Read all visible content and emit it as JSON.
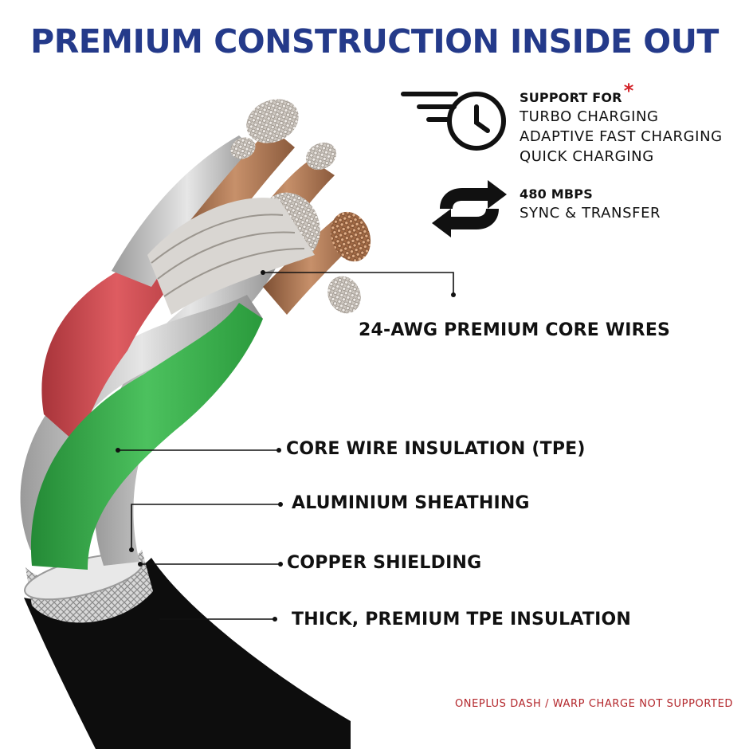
{
  "headline": "PREMIUM CONSTRUCTION INSIDE OUT",
  "features": {
    "charging": {
      "title": "SUPPORT FOR",
      "asterisk": "*",
      "lines": [
        "TURBO CHARGING",
        "ADAPTIVE FAST CHARGING",
        "QUICK CHARGING"
      ],
      "icon": "fast-clock-icon"
    },
    "sync": {
      "title": "480 MBPS",
      "line": "SYNC & TRANSFER",
      "icon": "sync-arrows-icon"
    }
  },
  "callouts": {
    "core_wires": "24-AWG PREMIUM CORE WIRES",
    "core_insulation": "CORE WIRE INSULATION (TPE)",
    "aluminium": "ALUMINIUM SHEATHING",
    "copper": "COPPER SHIELDING",
    "outer": "THICK, PREMIUM TPE INSULATION"
  },
  "footnote": "ONEPLUS DASH / WARP CHARGE NOT SUPPORTED",
  "colors": {
    "headline": "#243a8a",
    "text": "#111111",
    "accent_red": "#d3242a",
    "footnote": "#b3262b",
    "red_wire": "#d0494f",
    "green_wire": "#37a94a",
    "copper": "#b8805a",
    "silver": "#c8c8c8",
    "jacket": "#111111"
  }
}
